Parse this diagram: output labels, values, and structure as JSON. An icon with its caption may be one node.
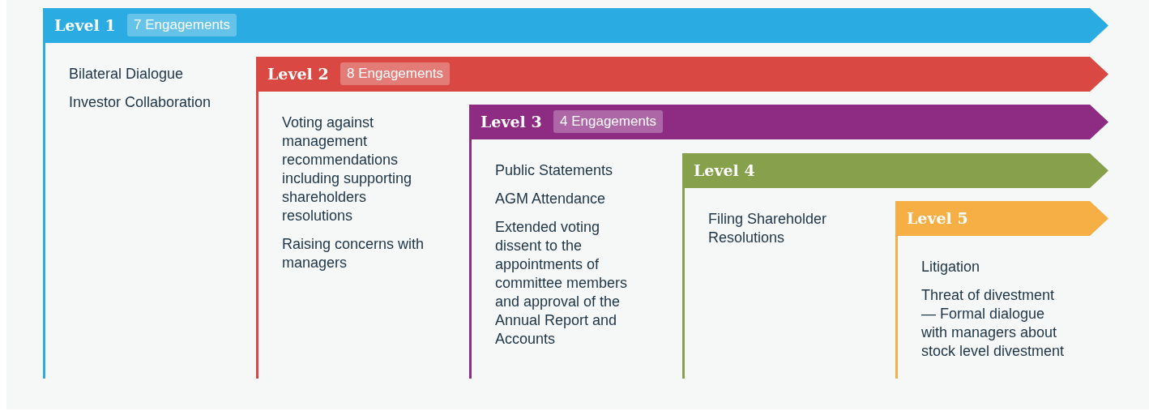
{
  "diagram": {
    "nodes": [
      {
        "text": [
          "Level 1",
          "7 Engagements",
          "Bilateral Dialogue",
          "Investor Collaboration"
        ]
      },
      {
        "text": [
          "Level 2",
          "8 Engagements",
          "Voting against management recommendations including supporting shareholders resolutions",
          "Raising concerns with managers"
        ],
        "in": 0
      },
      {
        "text": [
          "Level 3",
          "4 Engagements",
          "Public Statements",
          "AGM Attendance",
          "Extended voting dissent to the appointments of committee members and approval of the Annual Report and Accounts"
        ],
        "in": 1
      },
      {
        "text": [
          "Level 4",
          "Filing Shareholder Resolutions"
        ],
        "in": 2
      },
      {
        "text": [
          "Level 5",
          "Litigation",
          "Threat of divestment — Formal dialogue with managers about stock level divestment"
        ],
        "in": 3
      }
    ]
  }
}
